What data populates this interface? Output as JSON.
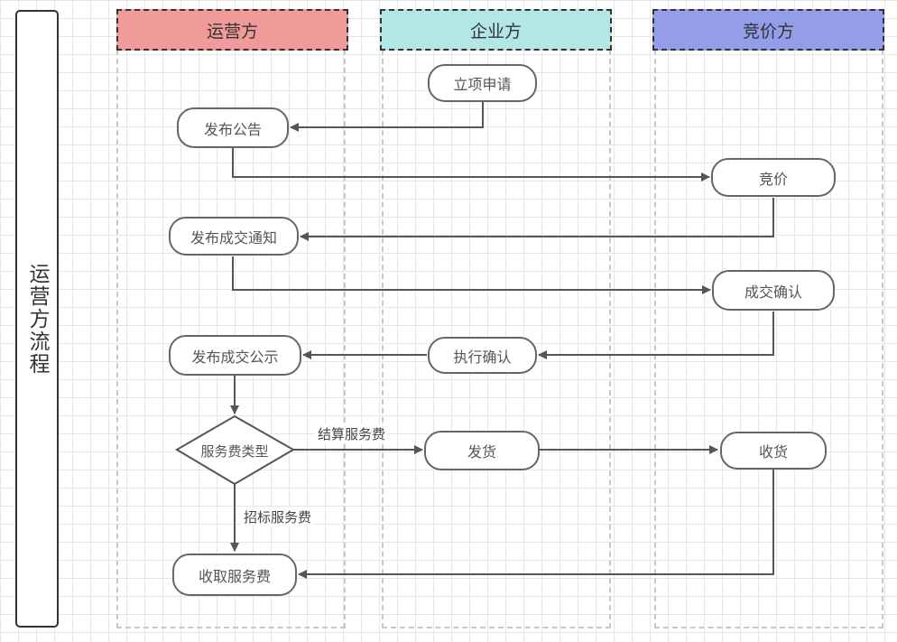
{
  "side_title": "运营方流程",
  "lanes": {
    "operator": {
      "label": "运营方",
      "color": "#f19a9a"
    },
    "enterprise": {
      "label": "企业方",
      "color": "#b3e6e6"
    },
    "bidder": {
      "label": "竞价方",
      "color": "#949ee8"
    }
  },
  "nodes": {
    "project_apply": "立项申请",
    "publish_notice": "发布公告",
    "bid": "竞价",
    "publish_deal_notice": "发布成交通知",
    "deal_confirm": "成交确认",
    "publish_deal_publicity": "发布成交公示",
    "execute_confirm": "执行确认",
    "fee_type": "服务费类型",
    "ship": "发货",
    "receive": "收货",
    "collect_fee": "收取服务费"
  },
  "edge_labels": {
    "settlement_fee": "结算服务费",
    "bidding_fee": "招标服务费"
  }
}
